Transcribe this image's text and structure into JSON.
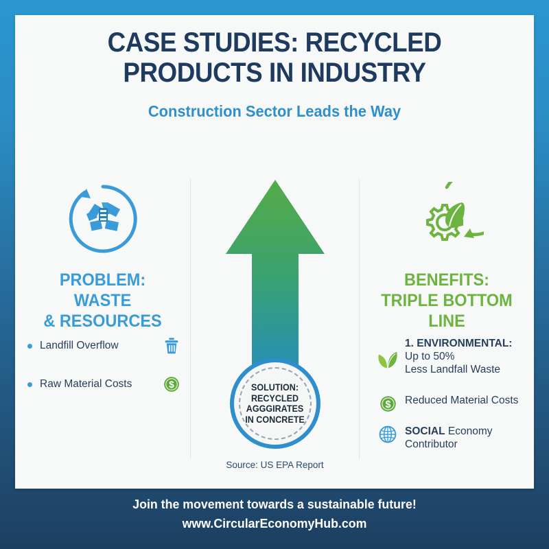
{
  "poster": {
    "frame_color_top": "#2a96cf",
    "frame_color_bottom": "#1d3f61",
    "card_background": "#f7f8f8"
  },
  "header": {
    "title_line1": "CASE STUDIES: RECYCLED",
    "title_line2": "PRODUCTS IN INDUSTRY",
    "subtitle": "Construction Sector Leads the Way",
    "title_color": "#1e3a5f",
    "subtitle_color": "#2f8fcc"
  },
  "left_column": {
    "icon": "recycle-circle-icon",
    "icon_color": "#3a9bd9",
    "heading_line1": "PROBLEM: WASTE",
    "heading_line2": "& RESOURCES",
    "heading_color": "#3a9bd9",
    "bullets": [
      {
        "label": "Landfill Overflow",
        "icon": "trash-can-icon",
        "icon_color": "#3a9bd9"
      },
      {
        "label": "Raw Material Costs",
        "icon": "dollar-coin-icon",
        "icon_color": "#5fa83c"
      }
    ]
  },
  "center_column": {
    "arrow": {
      "icon": "up-arrow-icon",
      "gradient_top": "#55ab47",
      "gradient_bottom": "#1e87c8"
    },
    "solution_circle": {
      "line1": "SOLUTION:",
      "line2": "RECYCLED",
      "line3": "AGGGIRATES",
      "line4": "IN CONCRETE",
      "ring_color": "#2f8fcc"
    },
    "source": "Source: US EPA Report"
  },
  "right_column": {
    "icon": "gear-leaf-icon",
    "icon_color": "#6db33f",
    "heading_line1": "BENEFITS:",
    "heading_line2": "TRIPLE BOTTOM LINE",
    "heading_color": "#6db33f",
    "benefits": [
      {
        "number": "1.",
        "title": "ENVIRONMENTAL:",
        "detail_line1": "Up to 50%",
        "detail_line2": "Less Landfall Waste",
        "icon": "leaves-icon",
        "icon_color": "#6db33f"
      },
      {
        "title": "",
        "detail_line1": "Reduced Material Costs",
        "detail_line2": "",
        "icon": "dollar-coin-icon",
        "icon_color": "#5fa83c"
      },
      {
        "title": "SOCIAL",
        "detail_line1": " Economy",
        "detail_line2": "Contributor",
        "icon": "globe-icon",
        "icon_color": "#3a9bd9"
      }
    ]
  },
  "footer": {
    "line1": "Join the movement towards a sustainable future!",
    "line2": "www.CircularEconomyHub.com",
    "text_color": "#ffffff"
  }
}
